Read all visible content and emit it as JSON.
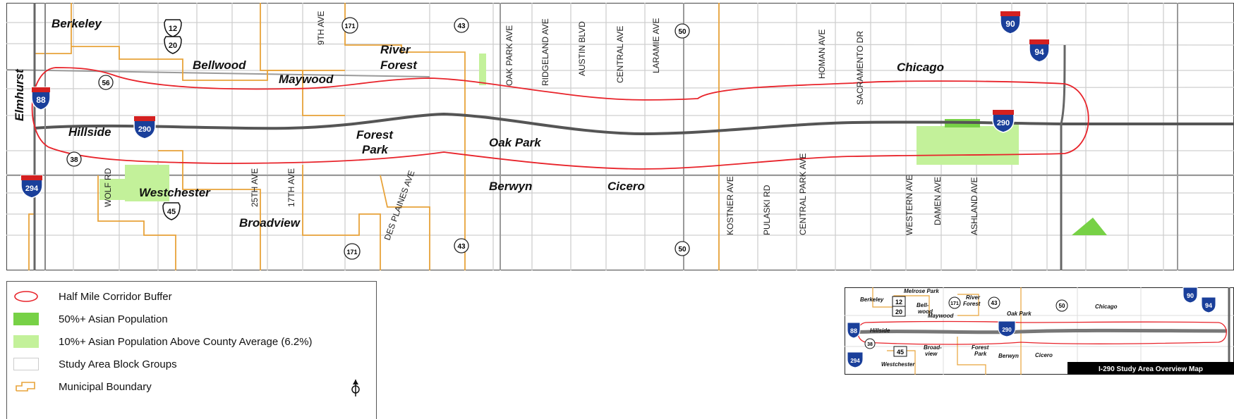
{
  "map": {
    "places": [
      {
        "id": "berkeley",
        "label": "Berkeley"
      },
      {
        "id": "bellwood",
        "label": "Bellwood"
      },
      {
        "id": "maywood",
        "label": "Maywood"
      },
      {
        "id": "river-forest-1",
        "label": "River"
      },
      {
        "id": "river-forest-2",
        "label": "Forest"
      },
      {
        "id": "chicago",
        "label": "Chicago"
      },
      {
        "id": "elmhurst",
        "label": "Elmhurst"
      },
      {
        "id": "hillside",
        "label": "Hillside"
      },
      {
        "id": "forest-park-1",
        "label": "Forest"
      },
      {
        "id": "forest-park-2",
        "label": "Park"
      },
      {
        "id": "oak-park",
        "label": "Oak Park"
      },
      {
        "id": "westchester",
        "label": "Westchester"
      },
      {
        "id": "berwyn",
        "label": "Berwyn"
      },
      {
        "id": "cicero",
        "label": "Cicero"
      },
      {
        "id": "broadview",
        "label": "Broadview"
      }
    ],
    "streets_top": [
      "9TH AVE",
      "OAK PARK AVE",
      "RIDGELAND AVE",
      "AUSTIN BLVD",
      "CENTRAL AVE",
      "LARAMIE AVE",
      "HOMAN AVE",
      "SACRAMENTO DR"
    ],
    "streets_bottom": [
      "WOLF RD",
      "25TH AVE",
      "17TH AVE",
      "DES PLAINES AVE",
      "KOSTNER AVE",
      "PULASKI RD",
      "CENTRAL PARK AVE",
      "WESTERN AVE",
      "DAMEN AVE",
      "ASHLAND AVE"
    ],
    "shields": {
      "interstate": [
        "88",
        "290",
        "294",
        "90",
        "94",
        "290"
      ],
      "us": [
        "12",
        "20",
        "45"
      ],
      "state": [
        "56",
        "38",
        "171",
        "171",
        "43",
        "43",
        "50",
        "50"
      ]
    },
    "colors": {
      "buffer": "#e8232a",
      "asian50": "#77d146",
      "asian10": "#c3f19a",
      "boundary": "#e8a33a",
      "interstate_blue": "#1a3f9a",
      "interstate_red": "#d42020"
    }
  },
  "legend": {
    "items": [
      {
        "key": "buffer",
        "label": "Half Mile Corridor Buffer"
      },
      {
        "key": "asian50",
        "label": "50%+ Asian Population"
      },
      {
        "key": "asian10",
        "label": "10%+ Asian Population Above County Average (6.2%)"
      },
      {
        "key": "blockgroups",
        "label": "Study Area Block Groups"
      },
      {
        "key": "boundary",
        "label": "Municipal Boundary"
      }
    ],
    "north_icon": "north-arrow-icon"
  },
  "inset": {
    "title": "I-290 Study Area Overview Map",
    "places": [
      "Berkeley",
      "Melrose Park",
      "Bell-",
      "wood",
      "Maywood",
      "River",
      "Forest",
      "Oak Park",
      "Chicago",
      "Hillside",
      "Westchester",
      "Broad-",
      "view",
      "Forest",
      "Park",
      "Berwyn",
      "Cicero"
    ],
    "shields": [
      "12",
      "20",
      "171",
      "43",
      "50",
      "90",
      "94",
      "88",
      "290",
      "38",
      "45",
      "294"
    ]
  }
}
